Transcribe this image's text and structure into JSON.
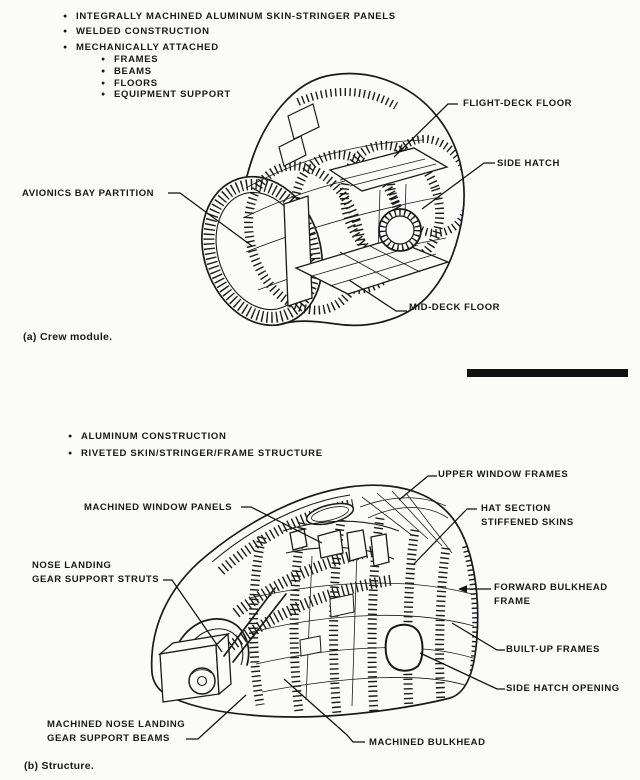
{
  "section_a": {
    "bullets": [
      "INTEGRALLY MACHINED ALUMINUM SKIN-STRINGER PANELS",
      "WELDED CONSTRUCTION",
      "MECHANICALLY ATTACHED"
    ],
    "sub_bullets": [
      "FRAMES",
      "BEAMS",
      "FLOORS",
      "EQUIPMENT SUPPORT"
    ],
    "labels": {
      "flight_deck_floor": "FLIGHT-DECK FLOOR",
      "side_hatch": "SIDE HATCH",
      "avionics_bay_partition": "AVIONICS BAY PARTITION",
      "mid_deck_floor": "MID-DECK FLOOR"
    },
    "caption": "(a) Crew module."
  },
  "section_b": {
    "bullets": [
      "ALUMINUM CONSTRUCTION",
      "RIVETED SKIN/STRINGER/FRAME STRUCTURE"
    ],
    "labels": {
      "upper_window_frames": "UPPER WINDOW FRAMES",
      "machined_window_panels": "MACHINED WINDOW PANELS",
      "hat_section_stiffened_skins": "HAT SECTION\nSTIFFENED SKINS",
      "forward_bulkhead_frame": "FORWARD BULKHEAD\nFRAME",
      "built_up_frames": "BUILT-UP FRAMES",
      "side_hatch_opening": "SIDE HATCH OPENING",
      "machined_bulkhead": "MACHINED BULKHEAD",
      "nose_landing_gear_support_struts": "NOSE LANDING\nGEAR SUPPORT STRUTS",
      "machined_nose_landing_gear_support_beams": "MACHINED NOSE LANDING\nGEAR SUPPORT BEAMS"
    },
    "caption": "(b) Structure."
  },
  "colors": {
    "ink": "#1a1a1a",
    "paper": "#fbfbf8"
  }
}
